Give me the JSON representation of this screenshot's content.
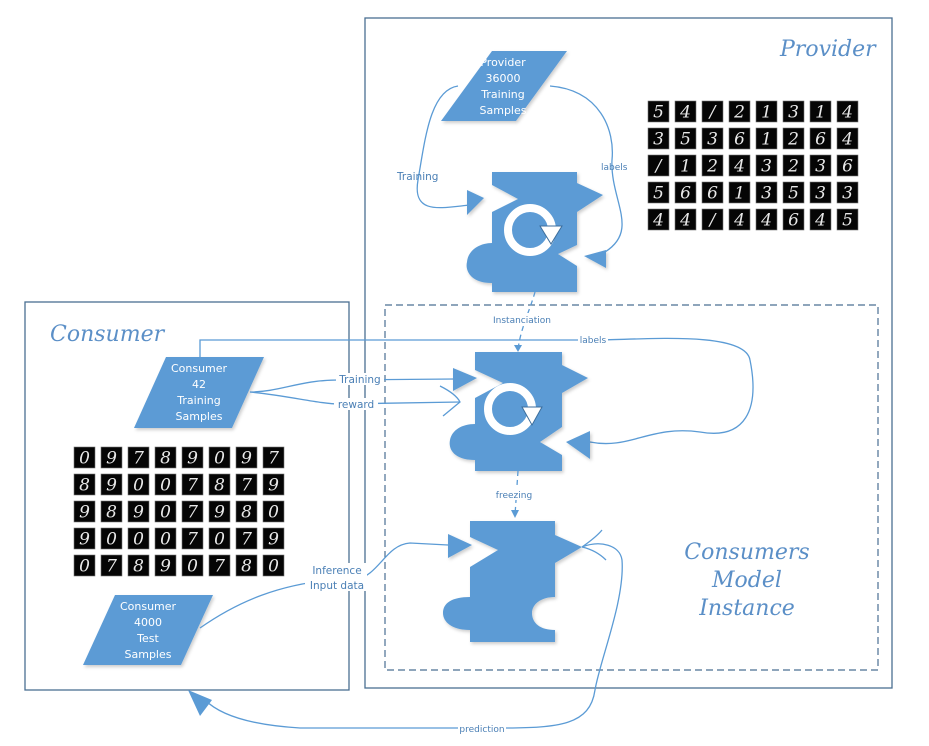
{
  "provider": {
    "title": "Provider",
    "data_box": [
      "Provider",
      "36000",
      "Training",
      "Samples"
    ],
    "edge_training": "Training",
    "edge_labels": "labels",
    "digits": [
      [
        "5",
        "4",
        "/",
        "2",
        "1",
        "3",
        "1",
        "4"
      ],
      [
        "3",
        "5",
        "3",
        "6",
        "1",
        "2",
        "6",
        "4"
      ],
      [
        "/",
        "1",
        "2",
        "4",
        "3",
        "2",
        "3",
        "6"
      ],
      [
        "5",
        "6",
        "6",
        "1",
        "3",
        "5",
        "3",
        "3"
      ],
      [
        "4",
        "4",
        "/",
        "4",
        "4",
        "6",
        "4",
        "5"
      ]
    ]
  },
  "consumer": {
    "title": "Consumer",
    "train_box": [
      "Consumer",
      "42",
      "Training",
      "Samples"
    ],
    "test_box": [
      "Consumer",
      "4000",
      "Test",
      "Samples"
    ],
    "digits": [
      [
        "0",
        "9",
        "7",
        "8",
        "9",
        "0",
        "9",
        "7"
      ],
      [
        "8",
        "9",
        "0",
        "0",
        "7",
        "8",
        "7",
        "9"
      ],
      [
        "9",
        "8",
        "9",
        "0",
        "7",
        "9",
        "8",
        "0"
      ],
      [
        "9",
        "0",
        "0",
        "0",
        "7",
        "0",
        "7",
        "9"
      ],
      [
        "0",
        "7",
        "8",
        "9",
        "0",
        "7",
        "8",
        "0"
      ]
    ]
  },
  "model_instance": {
    "title": [
      "Consumers",
      "Model",
      "Instance"
    ]
  },
  "edges": {
    "instanciation": "Instanciation",
    "labels": "labels",
    "training": "Training",
    "reward": "reward",
    "freezing": "freezing",
    "inference": [
      "Inference",
      "Input data"
    ],
    "prediction": "prediction"
  },
  "colors": {
    "shape_fill": "#5b9bd5",
    "frame_stroke": "#4a6f92",
    "title_text": "#5b8fc7"
  }
}
